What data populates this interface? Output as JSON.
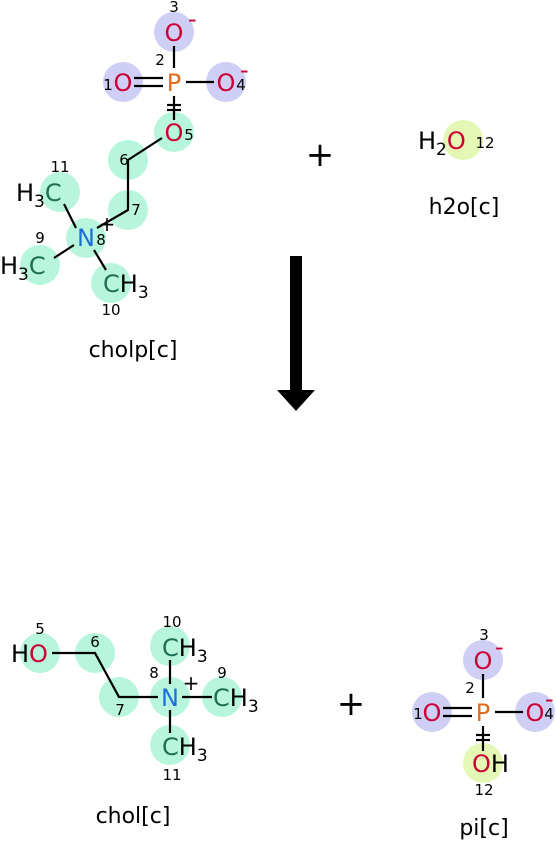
{
  "colors": {
    "carbon_nitrogen_highlight": "#b7f5dc",
    "phosphate_highlight": "#cfcff5",
    "water_oxygen_highlight": "#e5f7b5",
    "oxygen": "#cc0033",
    "phosphorus": "#e06b1f",
    "nitrogen": "#1e6fd9",
    "carbon": "#1f6e56"
  },
  "reactants": [
    {
      "name": "cholp[c]"
    },
    {
      "name": "h2o[c]"
    }
  ],
  "products": [
    {
      "name": "chol[c]"
    },
    {
      "name": "pi[c]"
    }
  ],
  "plus_sign": "+",
  "atoms": {
    "O": "O",
    "P": "P",
    "N": "N",
    "C": "C",
    "H": "H",
    "sub2": "2",
    "sub3": "3",
    "charge_minus": "-",
    "charge_plus": "+"
  },
  "atom_numbers": {
    "n1": "1",
    "n2": "2",
    "n3": "3",
    "n4": "4",
    "n5": "5",
    "n6": "6",
    "n7": "7",
    "n8": "8",
    "n9": "9",
    "n10": "10",
    "n11": "11",
    "n12": "12"
  },
  "arrow_icon": "down-arrow-icon"
}
